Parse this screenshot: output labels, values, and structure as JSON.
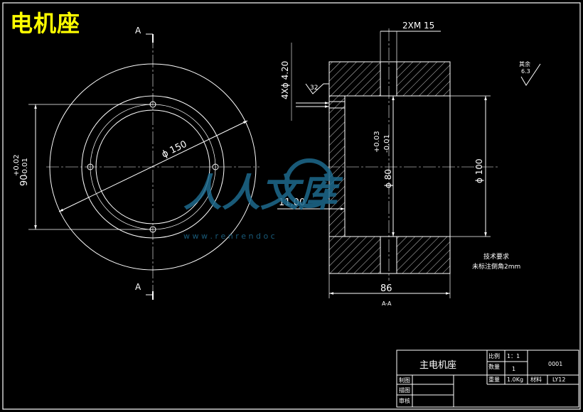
{
  "title": "电机座",
  "section_marks": {
    "letter": "A",
    "view_label": "A-A"
  },
  "front_view": {
    "dim_diameter": "ϕ 150",
    "dim_height": "90",
    "tol_upper": "+0.02",
    "tol_lower": "-0.01"
  },
  "section_view": {
    "thread": "2XM 15",
    "holes": "4Xϕ 4.20",
    "surface_roughness_32": "32",
    "bore": "ϕ 80",
    "bore_tol_upper": "+0.03",
    "bore_tol_lower": "-0.01",
    "outer": "ϕ 100",
    "depth": "11,00",
    "width": "86"
  },
  "roughness_rest": {
    "label": "其余",
    "value": "6.3"
  },
  "tech_requirements": {
    "heading": "技术要求",
    "note": "未标注倒角2mm"
  },
  "watermark": {
    "brand": "人人文库",
    "url": "w w w . r e n r e n d o c"
  },
  "title_block": {
    "part_name": "主电机座",
    "scale_label": "比例",
    "scale_value": "1：1",
    "qty_label": "数量",
    "qty_value": "1",
    "weight_label": "重量",
    "weight_value": "1.0Kg",
    "material_label": "材料",
    "material_value": "LY12",
    "drawing_no": "0001",
    "drawn_label": "制图",
    "draw2_label": "描图",
    "check_label": "审核"
  },
  "colors": {
    "line": "#ffffff",
    "title": "#ffff00",
    "watermark": "#1e6a8e",
    "background": "#000000"
  }
}
